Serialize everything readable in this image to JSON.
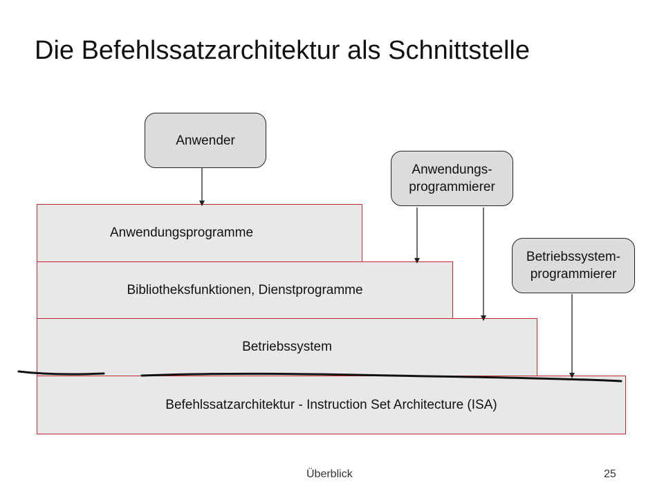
{
  "title": "Die Befehlssatzarchitektur als Schnittstelle",
  "layers": [
    "Anwendungsprogramme",
    "Bibliotheksfunktionen,  Dienstprogramme",
    "Betriebssystem",
    "Befehlssatzarchitektur - Instruction Set Architecture (ISA)"
  ],
  "actors": {
    "anwender": "Anwender",
    "anwendungsprogrammierer": "Anwendungs-\nprogrammierer",
    "betriebssystemprogrammierer": "Betriebssystem-\nprogrammierer"
  },
  "footer": {
    "section": "Überblick",
    "page": "25"
  },
  "colors": {
    "layer_fill": "#e8e8e8",
    "layer_border": "#c4262e",
    "actor_fill": "#dcdcdc"
  }
}
